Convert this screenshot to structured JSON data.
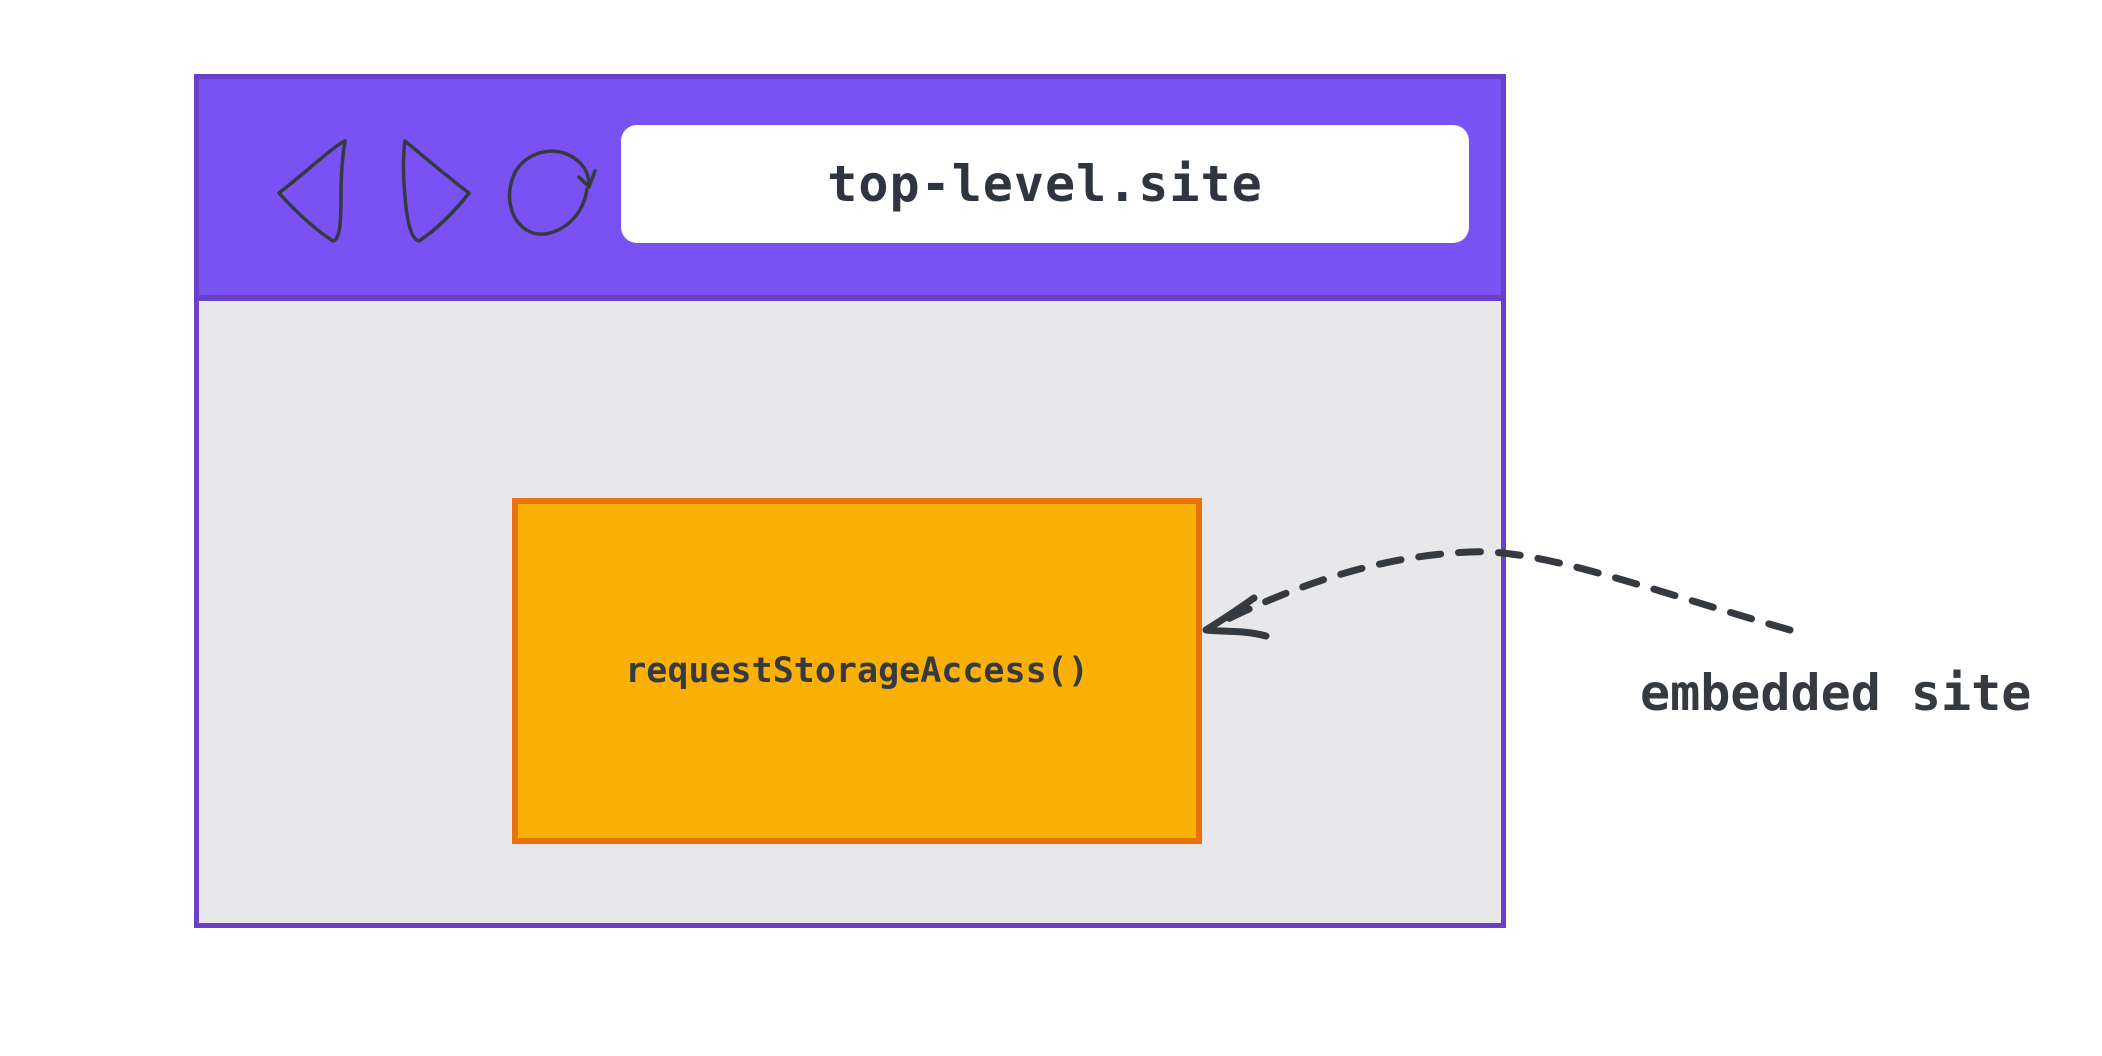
{
  "browser": {
    "address": "top-level.site"
  },
  "embedded": {
    "call": "requestStorageAccess()"
  },
  "callout": {
    "label": "embedded site"
  },
  "icons": {
    "back": "back-arrow-icon",
    "forward": "forward-arrow-icon",
    "reload": "reload-icon"
  },
  "colors": {
    "toolbar": "#7a52f4",
    "frame_border": "#6941c9",
    "page_bg": "#e8e8ea",
    "embed_fill": "#fab007",
    "embed_border": "#e8730c",
    "text": "#343a40"
  }
}
